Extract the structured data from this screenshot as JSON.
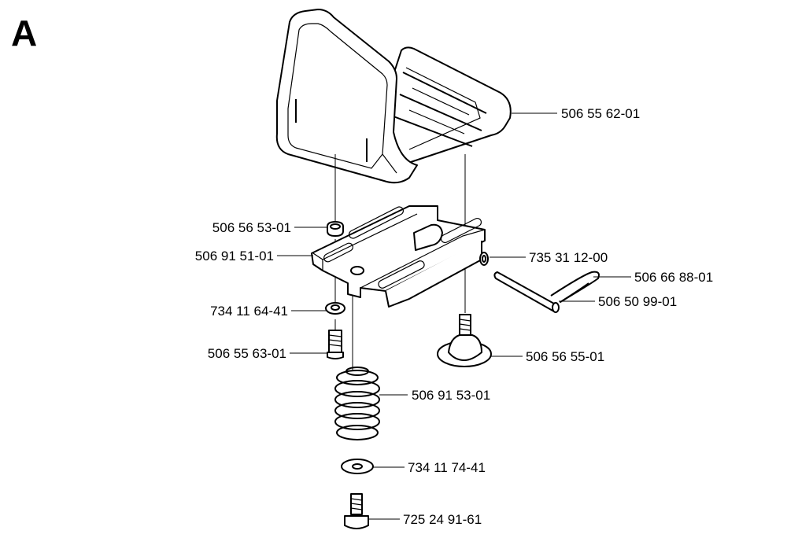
{
  "section_letter": "A",
  "parts": [
    "506 55 62-01",
    "506 56 53-01",
    "506 91 51-01",
    "735 31 12-00",
    "506 66 88-01",
    "506 50 99-01",
    "734 11 64-41",
    "506 55 63-01",
    "506 56 55-01",
    "506 91 53-01",
    "734 11 74-41",
    "725 24 91-61"
  ]
}
